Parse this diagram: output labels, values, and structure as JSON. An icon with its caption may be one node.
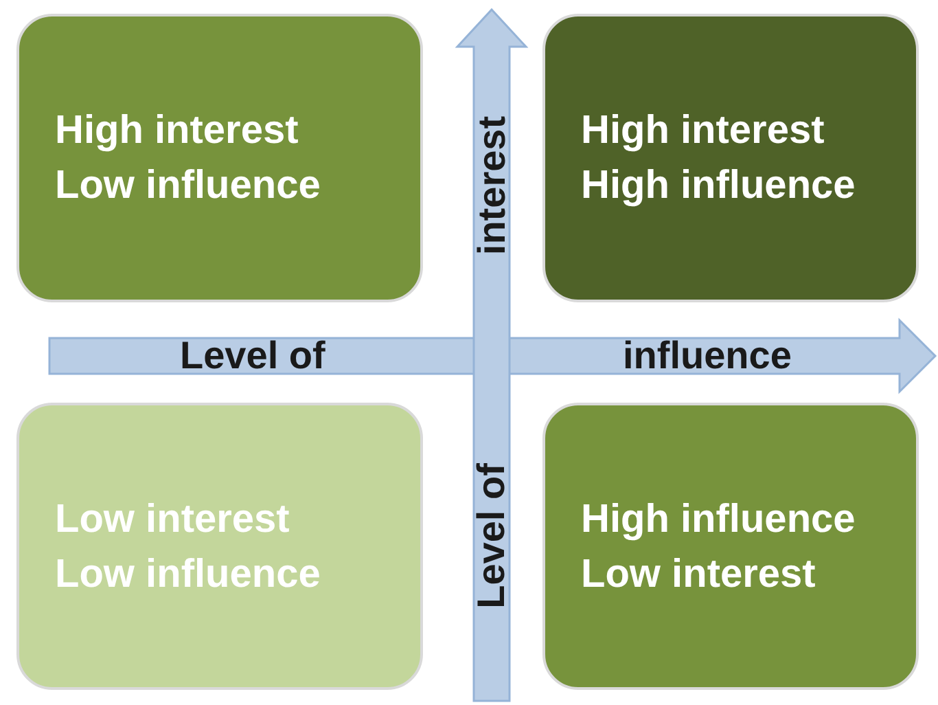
{
  "diagram": {
    "nodes": [
      {
        "text": [
          "High interest Low influence"
        ]
      },
      {
        "text": [
          "High interest High influence"
        ]
      },
      {
        "text": [
          "Low interest Low influence"
        ]
      },
      {
        "text": [
          "High influence Low interest"
        ]
      }
    ],
    "labels": [
      "interest",
      "Level of",
      "influence",
      "Level of"
    ]
  }
}
